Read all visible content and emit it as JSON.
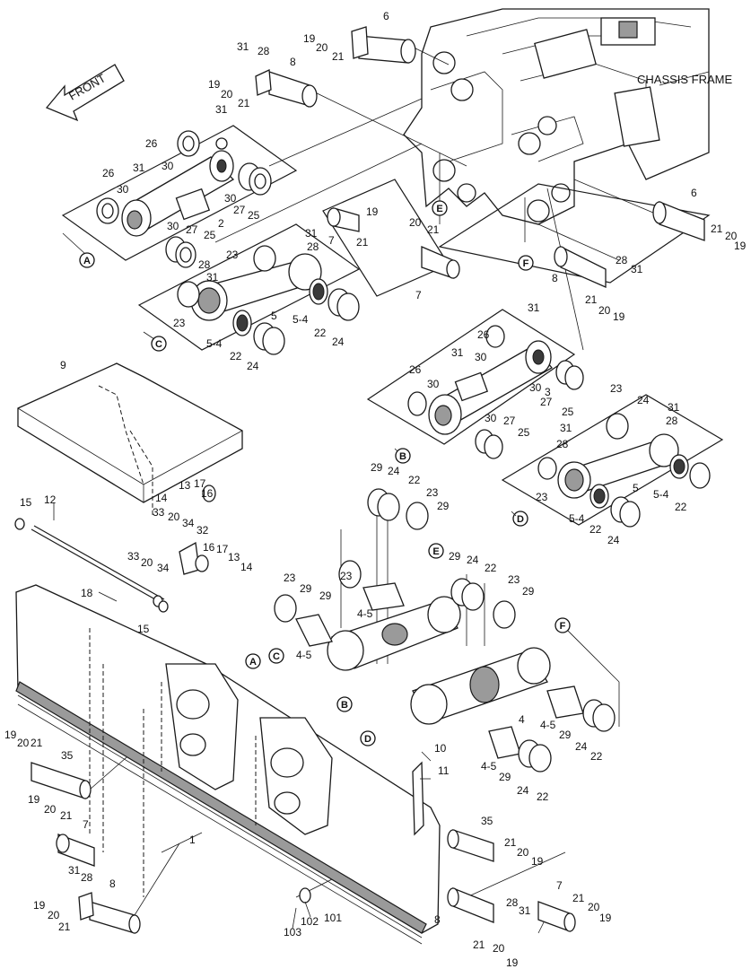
{
  "direction_label": "FRONT",
  "chassis_label": "CHASSIS FRAME",
  "refs": [
    {
      "letter": "A"
    },
    {
      "letter": "A"
    },
    {
      "letter": "B"
    },
    {
      "letter": "B"
    },
    {
      "letter": "C"
    },
    {
      "letter": "C"
    },
    {
      "letter": "D"
    },
    {
      "letter": "D"
    },
    {
      "letter": "E"
    },
    {
      "letter": "E"
    },
    {
      "letter": "F"
    },
    {
      "letter": "F"
    }
  ],
  "callouts": [
    "6",
    "19",
    "20",
    "21",
    "31",
    "28",
    "8",
    "19",
    "20",
    "21",
    "31",
    "26",
    "30",
    "2",
    "30",
    "27",
    "25",
    "26",
    "31",
    "30",
    "30",
    "27",
    "25",
    "23",
    "31",
    "28",
    "31",
    "28",
    "23",
    "5",
    "5-4",
    "22",
    "24",
    "5-4",
    "22",
    "24",
    "19",
    "7",
    "21",
    "20",
    "21",
    "7",
    "6",
    "21",
    "20",
    "19",
    "8",
    "28",
    "31",
    "21",
    "20",
    "19",
    "31",
    "26",
    "31",
    "30",
    "3",
    "26",
    "30",
    "30",
    "27",
    "25",
    "30",
    "27",
    "25",
    "23",
    "24",
    "31",
    "28",
    "31",
    "28",
    "23",
    "5",
    "5-4",
    "22",
    "5-4",
    "22",
    "24",
    "9",
    "14",
    "13",
    "17",
    "16",
    "15",
    "12",
    "33",
    "20",
    "34",
    "32",
    "33",
    "20",
    "34",
    "16",
    "17",
    "13",
    "14",
    "18",
    "15",
    "29",
    "24",
    "22",
    "23",
    "29",
    "29",
    "24",
    "22",
    "23",
    "29",
    "23",
    "29",
    "4-5",
    "4-5",
    "23",
    "29",
    "4",
    "4-5",
    "29",
    "24",
    "22",
    "4-5",
    "29",
    "24",
    "22",
    "19",
    "20",
    "21",
    "35",
    "19",
    "20",
    "21",
    "7",
    "1",
    "31",
    "28",
    "8",
    "19",
    "20",
    "21",
    "10",
    "11",
    "35",
    "21",
    "20",
    "19",
    "103",
    "102",
    "101",
    "8",
    "28",
    "31",
    "21",
    "20",
    "19",
    "7",
    "21",
    "20",
    "19"
  ]
}
